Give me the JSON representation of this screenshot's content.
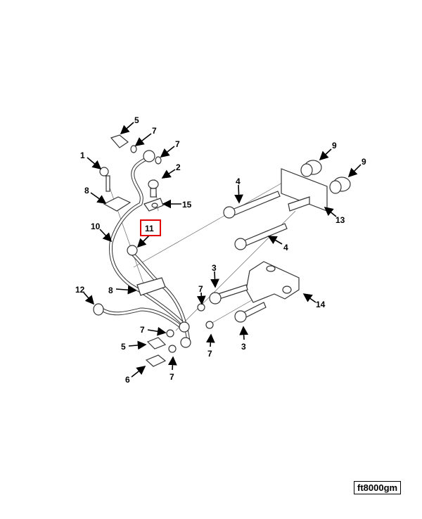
{
  "diagram": {
    "callouts": [
      "5",
      "7",
      "7",
      "1",
      "2",
      "8",
      "15",
      "11",
      "10",
      "4",
      "9",
      "9",
      "13",
      "4",
      "3",
      "7",
      "14",
      "12",
      "8",
      "7",
      "5",
      "7",
      "3",
      "6",
      "7"
    ],
    "highlighted_callout": "11",
    "highlight_color": "#e00000",
    "reference_code": "ft8000gm"
  }
}
